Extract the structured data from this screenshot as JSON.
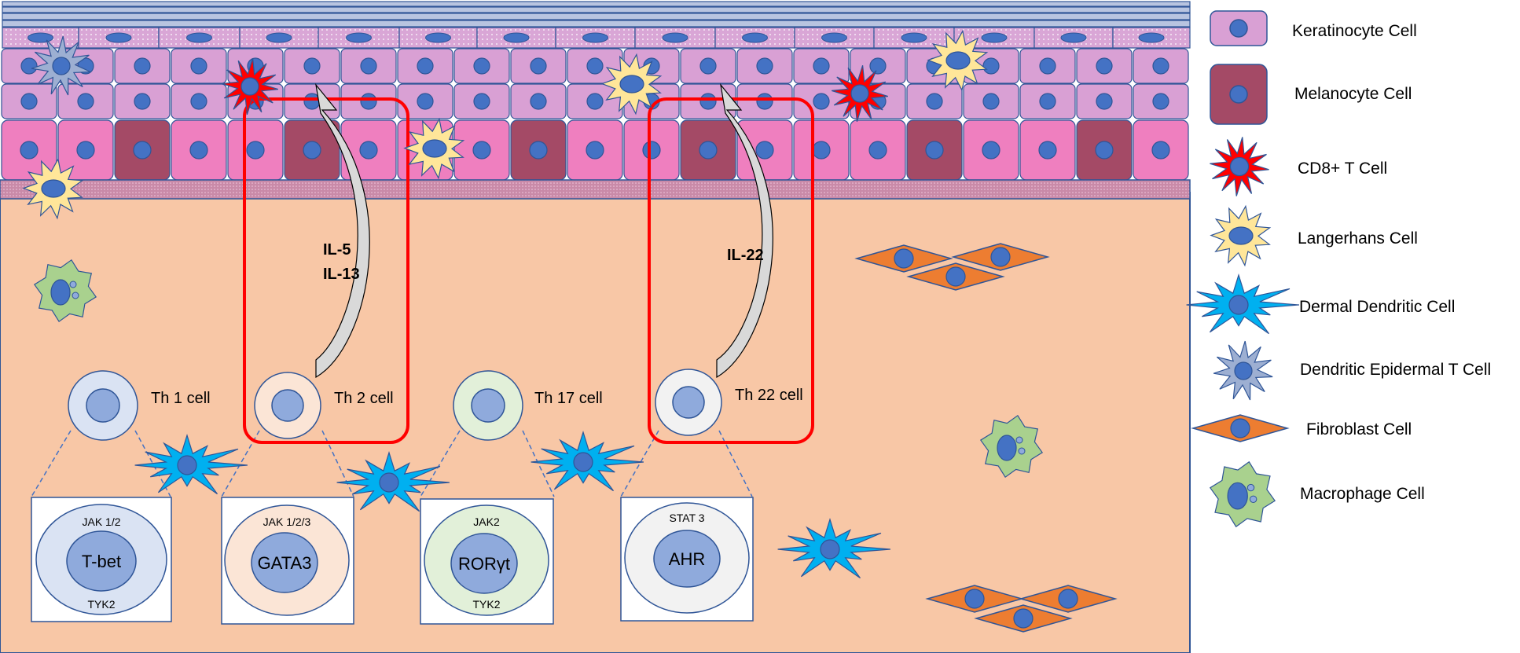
{
  "legend": {
    "keratinocyte": "Keratinocyte Cell",
    "melanocyte": "Melanocyte Cell",
    "cd8": "CD8+ T Cell",
    "langerhans": "Langerhans Cell",
    "dermal_dc": "Dermal Dendritic Cell",
    "detc": "Dendritic Epidermal T Cell",
    "fibroblast": "Fibroblast Cell",
    "macrophage": "Macrophage Cell"
  },
  "th_cells": {
    "th1": "Th 1 cell",
    "th2": "Th 2 cell",
    "th17": "Th 17 cell",
    "th22": "Th 22 cell"
  },
  "cytokines": {
    "il5": "IL-5",
    "il13": "IL-13",
    "il22": "IL-22"
  },
  "boxes": {
    "th1": {
      "top": "JAK 1/2",
      "center": "T-bet",
      "bottom": "TYK2"
    },
    "th2": {
      "top": "JAK 1/2/3",
      "center": "GATA3",
      "bottom": ""
    },
    "th17": {
      "top": "JAK2",
      "center": "RORγt",
      "bottom": "TYK2"
    },
    "th22": {
      "top": "STAT 3",
      "center": "AHR",
      "bottom": ""
    }
  },
  "colors": {
    "dermis": "#f8c7a6",
    "keratinocyte": "#d9a0d4",
    "basal": "#ef7fbf",
    "melanocyte": "#a44a66",
    "nucleus": "#4472c4",
    "highlight_box": "#ff0000",
    "fibroblast": "#ed7d31",
    "macrophage": "#a9d18e",
    "dermal_dc": "#00b0f0",
    "langerhans": "#ffe699",
    "cd8": "#ff0000",
    "detc": "#9dafd2"
  }
}
